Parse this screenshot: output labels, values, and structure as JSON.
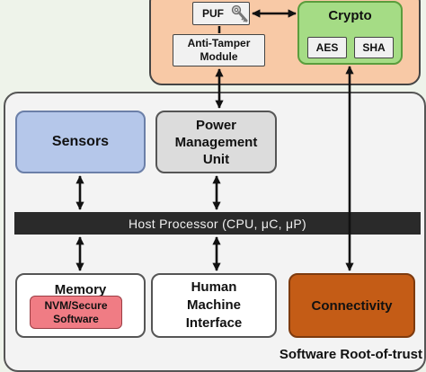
{
  "hardware": {
    "puf_label": "PUF",
    "key_icon": "key-icon",
    "anti_tamper_label": "Anti-Tamper Module",
    "crypto": {
      "title": "Crypto",
      "aes_label": "AES",
      "sha_label": "SHA"
    }
  },
  "software": {
    "panel_label": "Software Root-of-trust",
    "sensors_label": "Sensors",
    "power_label": "Power Management Unit",
    "host_label": "Host Processor (CPU, μC, μP)",
    "memory_label": "Memory",
    "nvm_label": "NVM/Secure Software",
    "hmi_label": "Human Machine Interface",
    "connectivity_label": "Connectivity"
  },
  "colors": {
    "hardware_panel": "#f8c9a6",
    "crypto_panel": "#a5dc85",
    "sensors": "#b5c7ea",
    "connectivity": "#c45c16",
    "nvm": "#f07c84",
    "host_bar": "#2a2a2a"
  }
}
